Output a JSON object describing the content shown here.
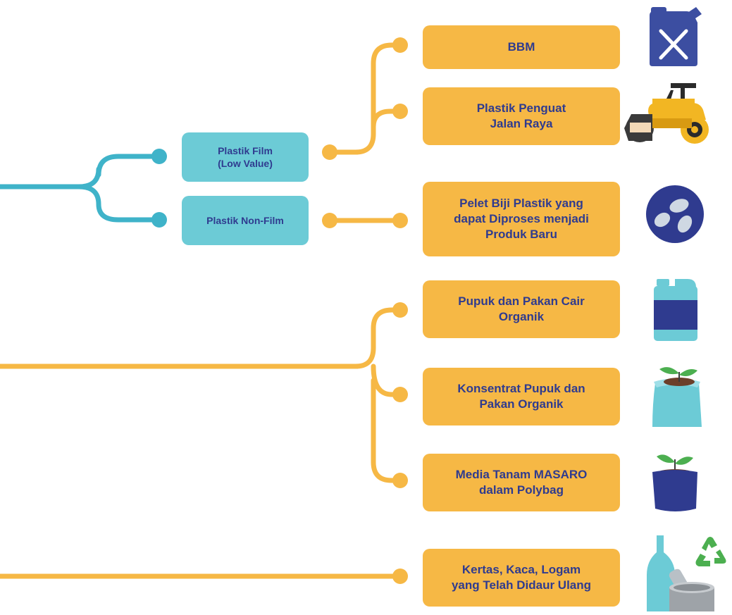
{
  "colors": {
    "teal": "#3fb3c9",
    "teal_box": "#6ccbd6",
    "orange": "#f6b845",
    "text": "#2f3b8f",
    "navy_icon": "#3c4ea1",
    "yellow_machine": "#f2b623",
    "cream": "#f3d9b7",
    "green_leaf": "#4caf50",
    "grey": "#9ea3a8"
  },
  "categories": {
    "plastik_film": "Plastik Film\n(Low Value)",
    "plastik_non_film": "Plastik Non-Film"
  },
  "products": [
    {
      "label": "BBM",
      "icon": "jerry-can-icon"
    },
    {
      "label": "Plastik Penguat\nJalan Raya",
      "icon": "road-roller-icon"
    },
    {
      "label": "Pelet Biji Plastik yang\ndapat Diproses menjadi\nProduk Baru",
      "icon": "plastic-pellets-icon"
    },
    {
      "label": "Pupuk dan Pakan Cair\nOrganik",
      "icon": "liquid-jug-icon"
    },
    {
      "label": "Konsentrat Pupuk dan\nPakan Organik",
      "icon": "seedling-sack-icon"
    },
    {
      "label": "Media Tanam MASARO\ndalam Polybag",
      "icon": "polybag-plant-icon"
    },
    {
      "label": "Kertas, Kaca, Logam\nyang Telah Didaur Ulang",
      "icon": "recycled-materials-icon"
    }
  ]
}
